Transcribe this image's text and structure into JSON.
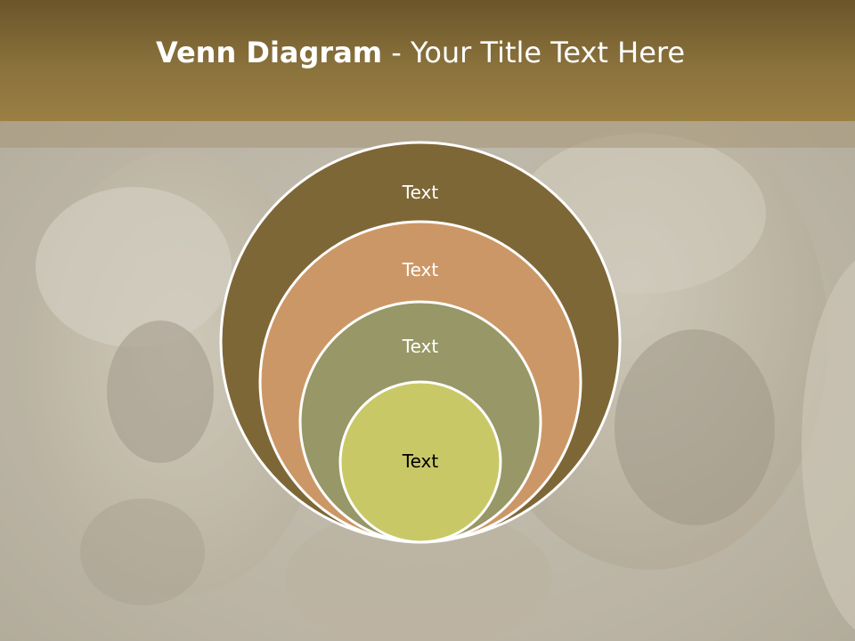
{
  "slide": {
    "title_bold": "Venn Diagram",
    "title_rest": " - Your Title Text Here"
  },
  "diagram": {
    "circles": [
      {
        "label": "Text",
        "fill": "#7e6736",
        "text_color": "#ffffff"
      },
      {
        "label": "Text",
        "fill": "#cc9766",
        "text_color": "#ffffff"
      },
      {
        "label": "Text",
        "fill": "#979767",
        "text_color": "#ffffff"
      },
      {
        "label": "Text",
        "fill": "#c9c867",
        "text_color": "#000000"
      }
    ]
  },
  "colors": {
    "header": "#7f6835",
    "circle_stroke": "#ffffff"
  }
}
